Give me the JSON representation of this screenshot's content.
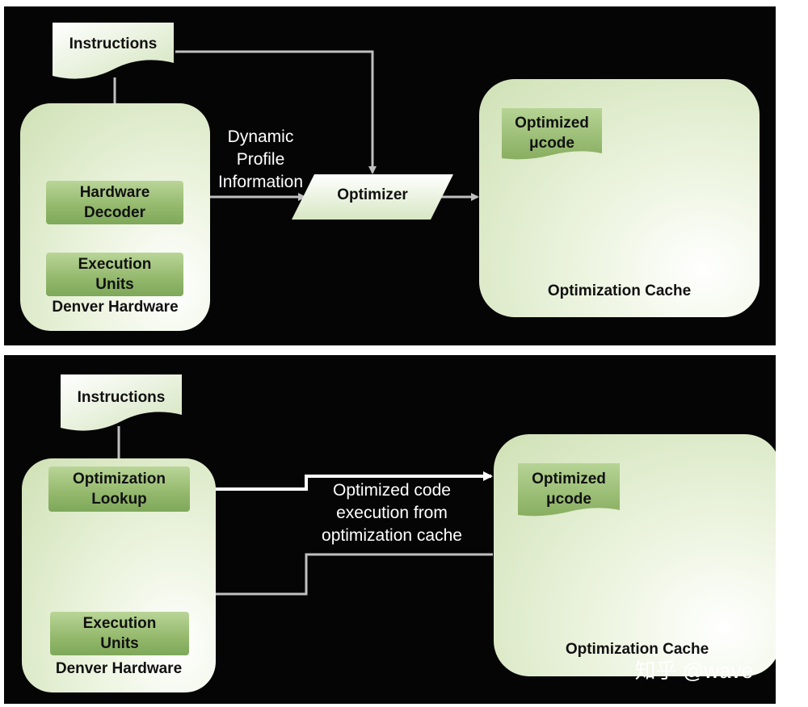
{
  "top": {
    "instructions": "Instructions",
    "hardware_decoder": [
      "Hardware",
      "Decoder"
    ],
    "execution_units": [
      "Execution",
      "Units"
    ],
    "denver_hardware": "Denver Hardware",
    "dynamic_profile": [
      "Dynamic",
      "Profile",
      "Information"
    ],
    "optimizer": "Optimizer",
    "optimized_ucode": [
      "Optimized",
      "μcode"
    ],
    "optimization_cache": "Optimization Cache"
  },
  "bottom": {
    "instructions": "Instructions",
    "optimization_lookup": [
      "Optimization",
      "Lookup"
    ],
    "execution_units": [
      "Execution",
      "Units"
    ],
    "denver_hardware": "Denver Hardware",
    "flow_label": [
      "Optimized code",
      "execution from",
      "optimization cache"
    ],
    "optimized_ucode": [
      "Optimized",
      "μcode"
    ],
    "optimization_cache": "Optimization Cache"
  },
  "watermark": "知乎 @wave",
  "colors": {
    "background": "#050505",
    "box_light": "#dfeccc",
    "box_green": "#8db266",
    "arrow_gray": "#c0c0c0",
    "arrow_white": "#ffffff"
  }
}
